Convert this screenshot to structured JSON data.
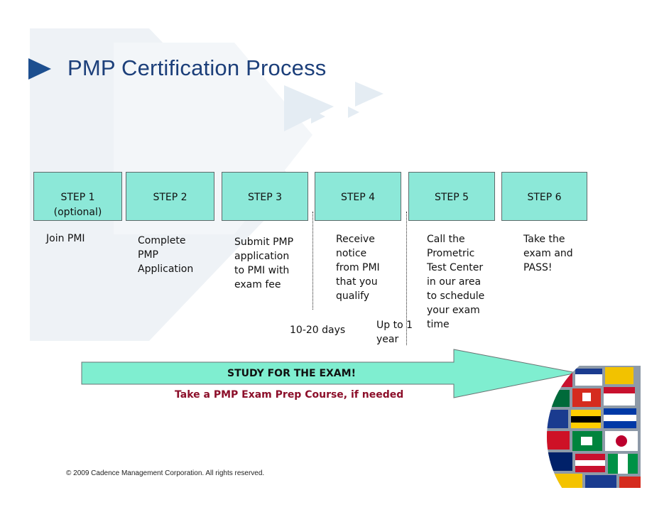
{
  "slide": {
    "title": "PMP Certification Process",
    "footer": "© 2009 Cadence Management Corporation.  All rights reserved."
  },
  "steps": [
    {
      "label": "STEP 1",
      "sub": "(optional)",
      "desc": "Join PMI"
    },
    {
      "label": "STEP 2",
      "sub": "",
      "desc": "Complete\nPMP\nApplication"
    },
    {
      "label": "STEP 3",
      "sub": "",
      "desc": "Submit PMP\napplication\nto PMI with\nexam fee"
    },
    {
      "label": "STEP 4",
      "sub": "",
      "desc": "Receive\nnotice\nfrom PMI\nthat you\nqualify"
    },
    {
      "label": "STEP 5",
      "sub": "",
      "desc": "Call the\nPrometric\nTest Center\nin our area\nto schedule\nyour exam\ntime"
    },
    {
      "label": "STEP 6",
      "sub": "",
      "desc": "Take the\nexam and\nPASS!"
    }
  ],
  "timings": {
    "between_3_4": "10-20 days",
    "between_4_5": "Up to 1\nyear"
  },
  "study_arrow": {
    "heading": "STUDY FOR THE EXAM!",
    "subheading": "Take a PMP Exam Prep Course, if needed"
  },
  "colors": {
    "step_fill": "#8ce8d8",
    "arrow_fill": "#7feed0",
    "title": "#1c3f7a",
    "subheading": "#8c0f2a",
    "background_triangles": "#e9eef4"
  }
}
